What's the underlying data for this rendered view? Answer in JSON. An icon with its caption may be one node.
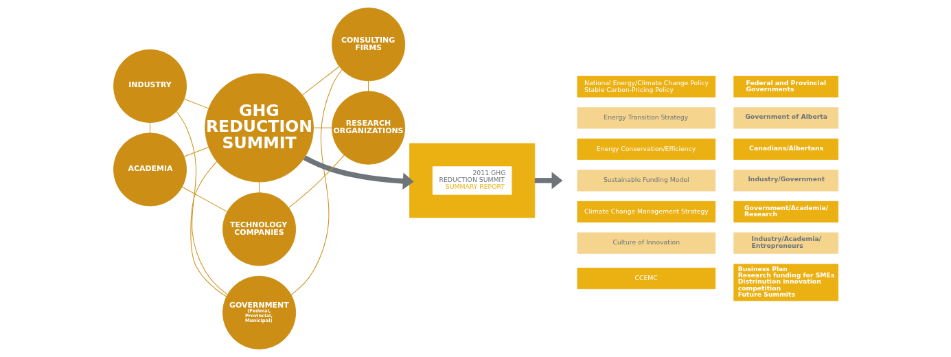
{
  "diagram": {
    "nodes": [
      {
        "text": [
          "GHG REDUCTION SUMMIT"
        ]
      },
      {
        "text": [
          "GOVERNMENT",
          "(Federal, Provincial, Municipal)"
        ]
      },
      {
        "text": [
          "CONSULTING FIRMS"
        ]
      },
      {
        "text": [
          "RESEARCH ORGANIZATIONS"
        ]
      },
      {
        "text": [
          "TECHNOLOGY COMPANIES"
        ]
      },
      {
        "text": [
          "ACADEMIA"
        ]
      },
      {
        "text": [
          "INDUSTRY"
        ]
      },
      {
        "text": [],
        "shape": "box"
      },
      {
        "text": [
          "2011 GHG REDUCTION SUMMIT",
          "SUMMARY REPORT"
        ],
        "in": 7
      },
      {
        "text": [
          "National Energy/Climate Change Policy",
          "Stable Carbon-Pricing Policy"
        ]
      },
      {
        "text": [
          "Federal and Provincial Governments"
        ]
      },
      {
        "text": [
          "Energy Transition Strategy"
        ]
      },
      {
        "text": [
          "Government of Alberta"
        ]
      },
      {
        "text": [
          "Energy Conservation/Efficiency"
        ]
      },
      {
        "text": [
          "Canadians/Albertans"
        ]
      },
      {
        "text": [
          "Sustainable Funding Model"
        ]
      },
      {
        "text": [
          "Industry/Government"
        ]
      },
      {
        "text": [
          "Climate Change Management Strategy"
        ]
      },
      {
        "text": [
          "Government/Academia/ Research"
        ]
      },
      {
        "text": [
          "Culture of Innovation"
        ]
      },
      {
        "text": [
          "Industry/Academia/ Entrepreneurs"
        ]
      },
      {
        "text": [
          "CCEMC"
        ]
      },
      {
        "text": [
          "Business Plan",
          "Research funding for SMEs",
          "Distrinution innovation competition",
          "Future Summits"
        ]
      }
    ],
    "edges": [
      {
        "from": 0,
        "to": 1,
        "arrow": "none"
      },
      {
        "from": 0,
        "to": 2,
        "arrow": "none"
      },
      {
        "from": 0,
        "to": 3,
        "arrow": "none"
      },
      {
        "from": 0,
        "to": 4,
        "arrow": "none"
      },
      {
        "from": 5,
        "to": 0,
        "arrow": "none"
      },
      {
        "from": 6,
        "to": 0,
        "arrow": "none"
      },
      {
        "from": 1,
        "to": 2,
        "arrow": "none"
      },
      {
        "from": 2,
        "to": 3,
        "arrow": "none"
      },
      {
        "from": 3,
        "to": 4,
        "arrow": "none"
      },
      {
        "from": 4,
        "to": 5,
        "arrow": "none"
      },
      {
        "from": 5,
        "to": 6,
        "arrow": "none"
      },
      {
        "from": 6,
        "to": 1,
        "arrow": "none"
      },
      {
        "from": 0,
        "to": 7,
        "arrow": "to",
        "style": "thick",
        "color": "#6d747a"
      },
      {
        "from": 7,
        "to": null,
        "arrow": "to",
        "style": "thick",
        "color": "#6d747a"
      }
    ]
  }
}
